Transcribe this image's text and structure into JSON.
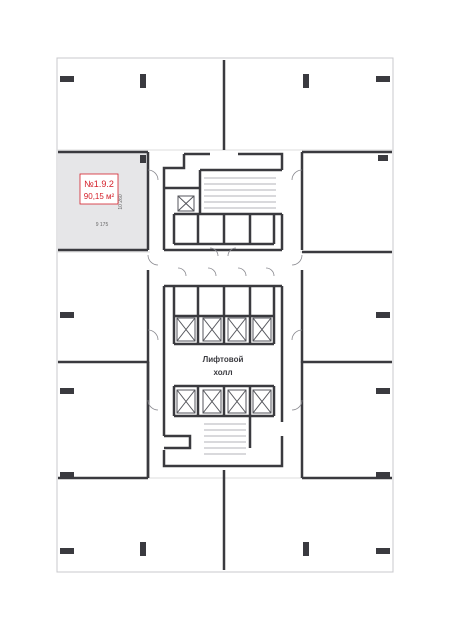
{
  "unit_label": {
    "number": "№1.9.2",
    "area": "90,15 м²"
  },
  "dimensions": {
    "width": "9 175",
    "height": "10 260"
  },
  "lift_hall": {
    "line1": "Лифтовой",
    "line2": "холл"
  },
  "colors": {
    "wall": "#3a3a3f",
    "line": "#55565c",
    "grid": "#dcdcde",
    "highlight_fill": "#e6e6e8",
    "accent": "#d4202a"
  }
}
